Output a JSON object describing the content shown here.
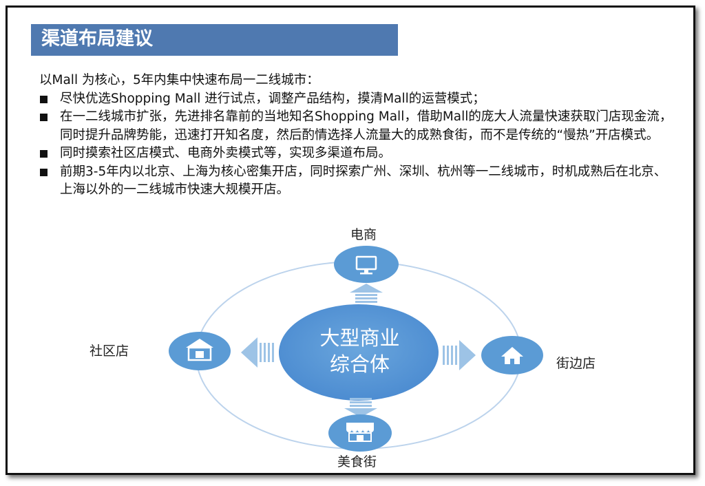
{
  "title": "渠道布局建议",
  "intro": "以Mall 为核心，5年内集中快速布局一二线城市：",
  "bullets": [
    "尽快优选Shopping Mall 进行试点，调整产品结构，摸清Mall的运营模式；",
    "在一二线城市扩张，先进排名靠前的当地知名Shopping Mall，借助Mall的庞大人流量快速获取门店现金流，同时提升品牌势能，迅速打开知名度，然后酌情选择人流量大的成熟食街，而不是传统的“慢热”开店模式。",
    "同时摸索社区店模式、电商外卖模式等，实现多渠道布局。",
    "前期3-5年内以北京、上海为核心密集开店，同时探索广州、深圳、杭州等一二线城市，时机成熟后在北京、上海以外的一二线城市快速大规模开店。"
  ],
  "diagram": {
    "center_line1": "大型商业",
    "center_line2": "综合体",
    "top_label": "电商",
    "left_label": "社区店",
    "right_label": "街边店",
    "bottom_label": "美食街",
    "top_icon": "monitor-icon",
    "left_icon": "community-store-icon",
    "right_icon": "house-icon",
    "bottom_icon": "storefront-icon",
    "colors": {
      "accent": "#4f79b0",
      "node": "#5b9bd5",
      "ring": "#bcd3ec",
      "arrow": "#9dc3e6"
    }
  }
}
